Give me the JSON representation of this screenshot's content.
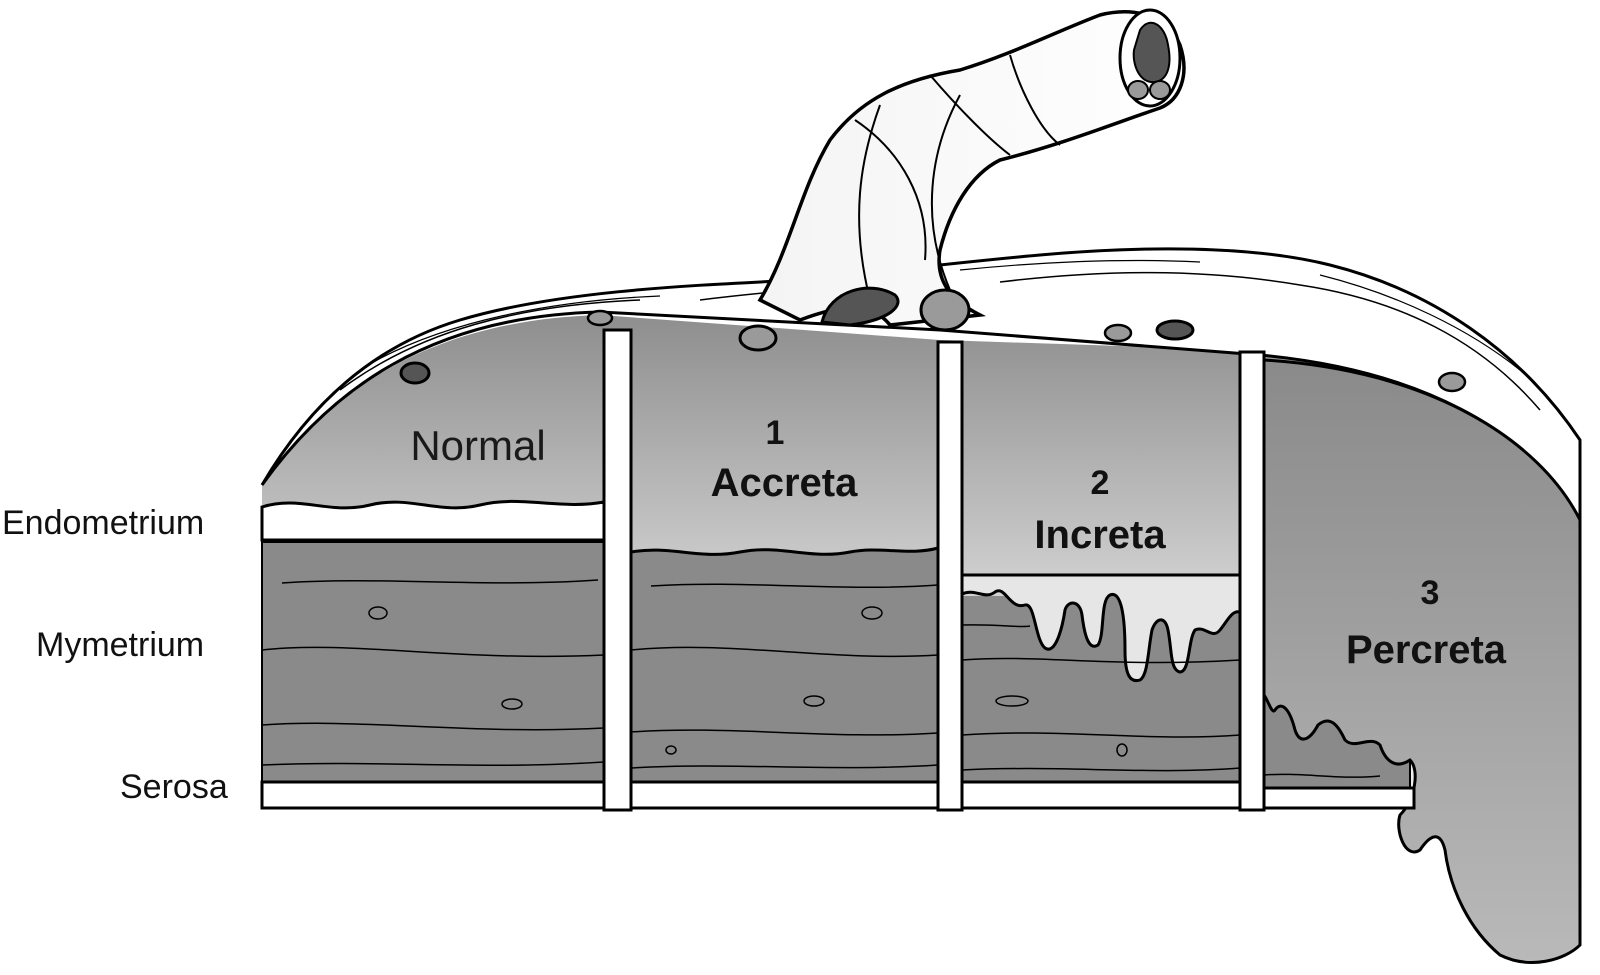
{
  "layer_labels": {
    "endometrium": "Endometrium",
    "myometrium": "Mymetrium",
    "serosa": "Serosa"
  },
  "panels": [
    {
      "number": "",
      "name": "Normal"
    },
    {
      "number": "1",
      "name": "Accreta"
    },
    {
      "number": "2",
      "name": "Increta"
    },
    {
      "number": "3",
      "name": "Percreta"
    }
  ],
  "colors": {
    "placenta_top": "#8e8e8e",
    "placenta_bottom": "#e6e6e6",
    "myometrium": "#8a8a8a",
    "vessel_dark": "#555555",
    "vessel_mid": "#9a9a9a",
    "outline": "#000000",
    "background": "#ffffff"
  }
}
